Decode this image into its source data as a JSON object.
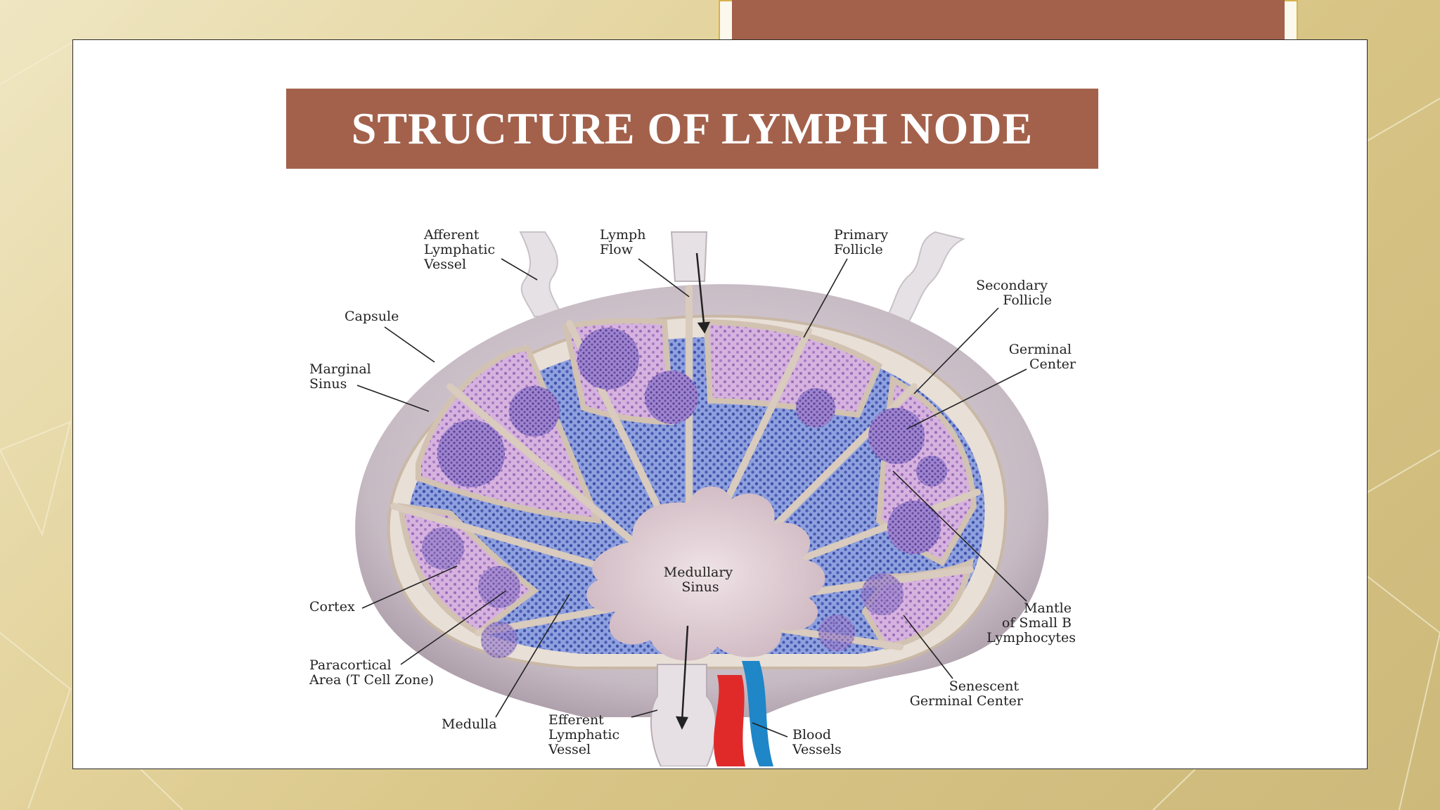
{
  "slide": {
    "title": "STRUCTURE OF LYMPH NODE"
  },
  "diagram": {
    "labels": {
      "afferent": [
        "Afferent",
        "Lymphatic",
        "Vessel"
      ],
      "lymph_flow": [
        "Lymph",
        "Flow"
      ],
      "primary_follicle": [
        "Primary",
        "Follicle"
      ],
      "secondary_follicle": [
        "Secondary",
        "Follicle"
      ],
      "germinal_center": [
        "Germinal",
        "Center"
      ],
      "capsule": [
        "Capsule"
      ],
      "marginal_sinus": [
        "Marginal",
        "Sinus"
      ],
      "medullary_sinus": [
        "Medullary",
        "Sinus"
      ],
      "cortex": [
        "Cortex"
      ],
      "mantle": [
        "Mantle",
        "of Small B",
        "Lymphocytes"
      ],
      "paracortical": [
        "Paracortical",
        "Area (T Cell Zone)"
      ],
      "senescent": [
        "Senescent",
        "Germinal Center"
      ],
      "medulla": [
        "Medulla"
      ],
      "efferent": [
        "Efferent",
        "Lymphatic",
        "Vessel"
      ],
      "blood_vessels": [
        "Blood",
        "Vessels"
      ]
    }
  },
  "colors": {
    "banner": "#a3614b",
    "frame_accent": "#d7b24a",
    "capsule": "#cbbfc6",
    "cortex": "#c9a0d6",
    "paracortex": "#7f93d8",
    "follicle": "#a58acf",
    "sinus": "#dccbd0",
    "artery": "#e02a2a",
    "vein": "#1f86c8"
  }
}
